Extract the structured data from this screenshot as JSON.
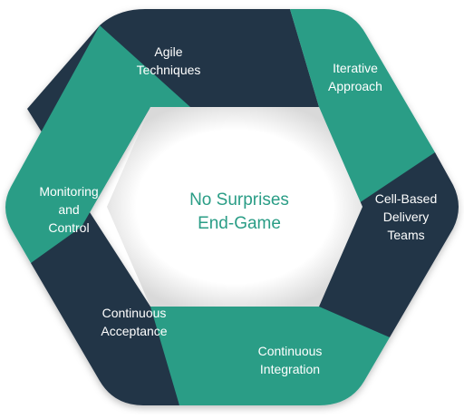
{
  "diagram": {
    "center": {
      "lines": [
        "No Surprises",
        "End-Game"
      ]
    },
    "segments": [
      {
        "id": "agile-techniques",
        "lines": [
          "Agile",
          "Techniques"
        ],
        "color": "#243447"
      },
      {
        "id": "iterative-approach",
        "lines": [
          "Iterative",
          "Approach"
        ],
        "color": "#2a9d86"
      },
      {
        "id": "cell-based-delivery-teams",
        "lines": [
          "Cell-Based",
          "Delivery",
          "Teams"
        ],
        "color": "#243447"
      },
      {
        "id": "continuous-integration",
        "lines": [
          "Continuous",
          "Integration"
        ],
        "color": "#2a9d86"
      },
      {
        "id": "continuous-acceptance",
        "lines": [
          "Continuous",
          "Acceptance"
        ],
        "color": "#243447"
      },
      {
        "id": "monitoring-and-control",
        "lines": [
          "Monitoring",
          "and",
          "Control"
        ],
        "color": "#2a9d86"
      }
    ],
    "colors": {
      "dark": "#243447",
      "teal": "#2a9d86",
      "center_text": "#2a9d86",
      "center_fill": "#ffffff"
    }
  }
}
